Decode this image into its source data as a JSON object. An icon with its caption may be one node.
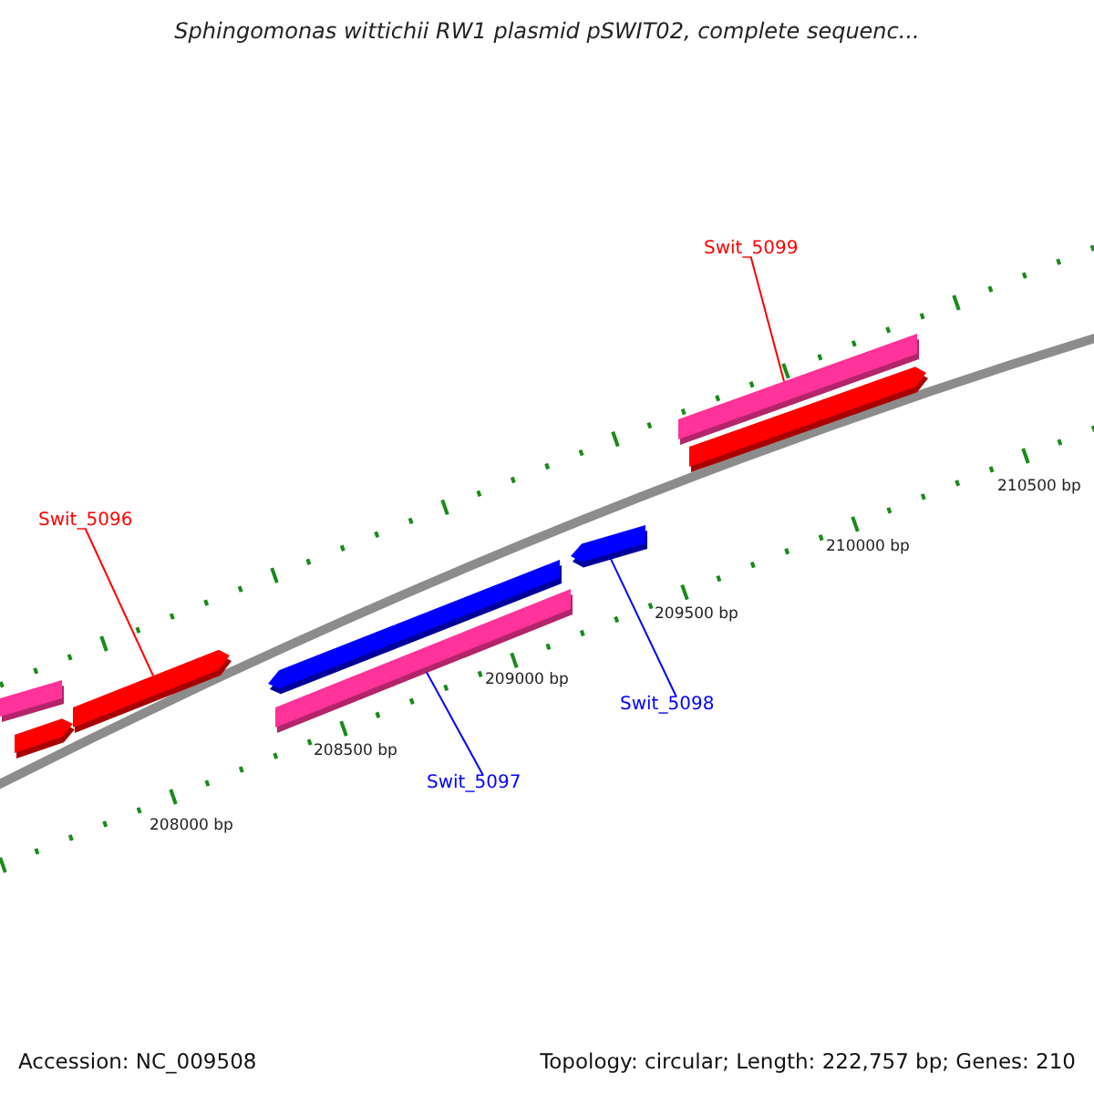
{
  "diagram": {
    "title": "Sphingomonas wittichii RW1 plasmid pSWIT02, complete sequenc...",
    "nodes": [
      {
        "text": [
          "Swit_5099"
        ]
      },
      {
        "text": [],
        "shape": "bar"
      },
      {
        "text": [],
        "shape": "bar"
      },
      {
        "text": [
          "Swit_5096"
        ]
      },
      {
        "text": [],
        "shape": "bar"
      },
      {
        "text": [],
        "shape": "bar"
      },
      {
        "text": [],
        "shape": "bar"
      },
      {
        "text": [],
        "shape": "bar"
      },
      {
        "text": [],
        "shape": "bar"
      },
      {
        "text": [],
        "shape": "bar"
      },
      {
        "text": [
          "Swit_5098"
        ]
      },
      {
        "text": [
          "Swit_5097"
        ]
      }
    ],
    "edges": [
      {
        "from": 0,
        "to": 1,
        "arrow": "none",
        "color": "#ff0000"
      },
      {
        "from": 3,
        "to": 8,
        "arrow": "none",
        "color": "#ff0000"
      },
      {
        "from": 10,
        "to": 4,
        "arrow": "none",
        "color": "#0000ff"
      },
      {
        "from": 11,
        "to": 6,
        "arrow": "none",
        "color": "#0000ff"
      }
    ],
    "labels": [
      "210500 bp",
      "210000 bp",
      "209500 bp",
      "209000 bp",
      "208500 bp",
      "208000 bp",
      "Accession: NC_009508",
      "Topology: circular; Length: 222,757 bp; Genes: 210"
    ]
  }
}
